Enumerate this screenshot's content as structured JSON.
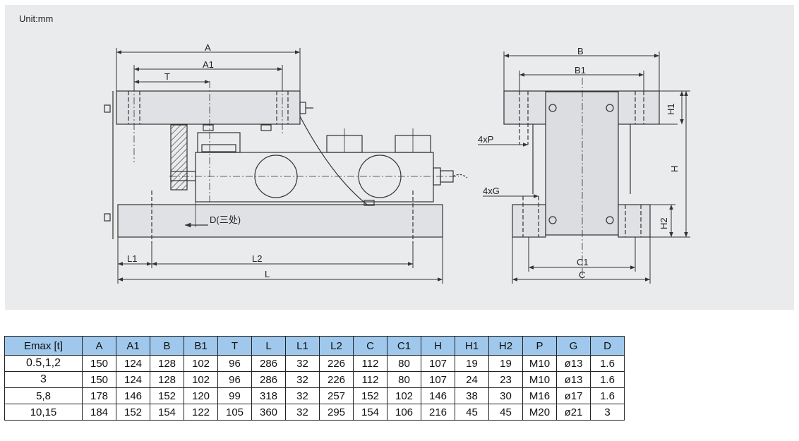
{
  "drawing": {
    "unit": "Unit:mm",
    "front_labels": {
      "A": "A",
      "A1": "A1",
      "T": "T",
      "D": "D(三处)",
      "L1": "L1",
      "L2": "L2",
      "L": "L"
    },
    "side_labels": {
      "B": "B",
      "B1": "B1",
      "P": "4xP",
      "G": "4xG",
      "H": "H",
      "H1": "H1",
      "H2": "H2",
      "C1": "C1",
      "C": "C"
    }
  },
  "table": {
    "headers": [
      "Emax [t]",
      "A",
      "A1",
      "B",
      "B1",
      "T",
      "L",
      "L1",
      "L2",
      "C",
      "C1",
      "H",
      "H1",
      "H2",
      "P",
      "G",
      "D"
    ],
    "rows": [
      [
        "0.5,1,2",
        "150",
        "124",
        "128",
        "102",
        "96",
        "286",
        "32",
        "226",
        "112",
        "80",
        "107",
        "19",
        "19",
        "M10",
        "ø13",
        "1.6"
      ],
      [
        "3",
        "150",
        "124",
        "128",
        "102",
        "96",
        "286",
        "32",
        "226",
        "112",
        "80",
        "107",
        "24",
        "23",
        "M10",
        "ø13",
        "1.6"
      ],
      [
        "5,8",
        "178",
        "146",
        "152",
        "120",
        "99",
        "318",
        "32",
        "257",
        "152",
        "102",
        "146",
        "38",
        "30",
        "M16",
        "ø17",
        "1.6"
      ],
      [
        "10,15",
        "184",
        "152",
        "154",
        "122",
        "105",
        "360",
        "32",
        "295",
        "154",
        "106",
        "216",
        "45",
        "45",
        "M20",
        "ø21",
        "3"
      ]
    ]
  },
  "colors": {
    "panel": "#eaebed",
    "header": "#9fc8ec",
    "line": "#333333"
  }
}
